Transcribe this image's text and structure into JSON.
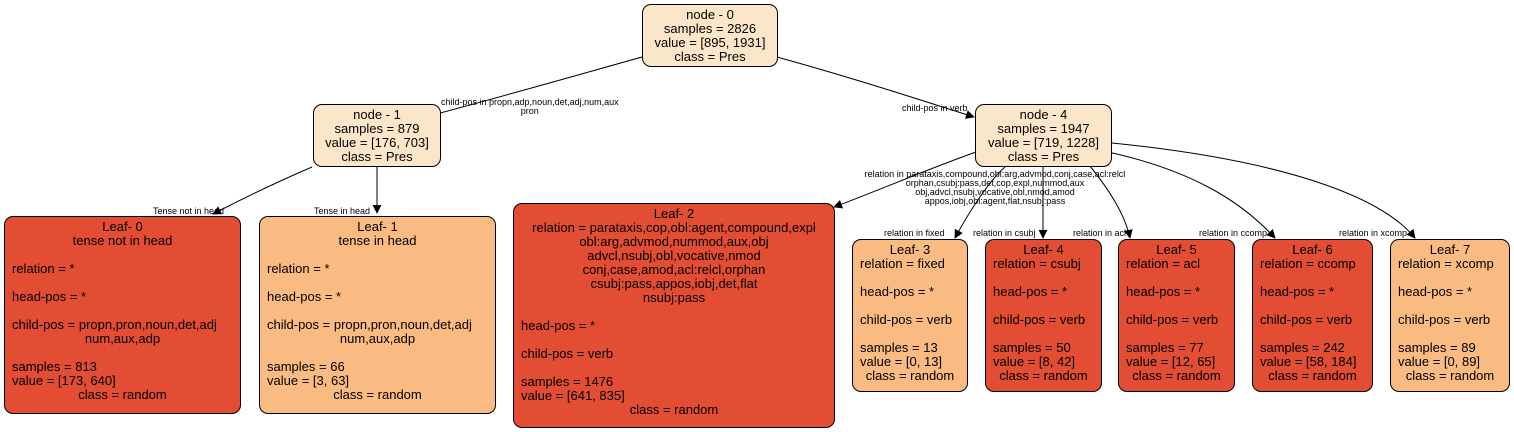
{
  "colors": {
    "light": "#fce6ca",
    "medium": "#fabb83",
    "dark": "#e24d33",
    "edge": "#000000"
  },
  "nodes": {
    "node0": {
      "title": "node - 0",
      "samples": "samples = 2826",
      "value": "value = [895, 1931]",
      "class": "class = Pres"
    },
    "node1": {
      "title": "node - 1",
      "samples": "samples = 879",
      "value": "value = [176, 703]",
      "class": "class = Pres"
    },
    "node4": {
      "title": "node - 4",
      "samples": "samples = 1947",
      "value": "value = [719, 1228]",
      "class": "class = Pres"
    },
    "leaf0": {
      "title": "Leaf- 0",
      "sub": "tense not in head",
      "relation": "relation = *",
      "head": "head-pos = *",
      "child1": "child-pos = propn,pron,noun,det,adj",
      "child2": "num,aux,adp",
      "samples": "samples = 813",
      "value": "value = [173, 640]",
      "class": "class = random"
    },
    "leaf1": {
      "title": "Leaf- 1",
      "sub": "tense in head",
      "relation": "relation = *",
      "head": "head-pos = *",
      "child1": "child-pos = propn,pron,noun,det,adj",
      "child2": "num,aux,adp",
      "samples": "samples = 66",
      "value": "value = [3, 63]",
      "class": "class = random"
    },
    "leaf2": {
      "title": "Leaf- 2",
      "rel1": "relation = parataxis,cop,obl:agent,compound,expl",
      "rel2": "obl:arg,advmod,nummod,aux,obj",
      "rel3": "advcl,nsubj,obl,vocative,nmod",
      "rel4": "conj,case,amod,acl:relcl,orphan",
      "rel5": "csubj:pass,appos,iobj,det,flat",
      "rel6": "nsubj:pass",
      "head": "head-pos = *",
      "child": "child-pos = verb",
      "samples": "samples = 1476",
      "value": "value = [641, 835]",
      "class": "class = random"
    },
    "leaf3": {
      "title": "Leaf- 3",
      "relation": "relation = fixed",
      "head": "head-pos = *",
      "child": "child-pos = verb",
      "samples": "samples = 13",
      "value": "value = [0, 13]",
      "class": "class = random"
    },
    "leaf4": {
      "title": "Leaf- 4",
      "relation": "relation = csubj",
      "head": "head-pos = *",
      "child": "child-pos = verb",
      "samples": "samples = 50",
      "value": "value = [8, 42]",
      "class": "class = random"
    },
    "leaf5": {
      "title": "Leaf- 5",
      "relation": "relation = acl",
      "head": "head-pos = *",
      "child": "child-pos = verb",
      "samples": "samples = 77",
      "value": "value = [12, 65]",
      "class": "class = random"
    },
    "leaf6": {
      "title": "Leaf- 6",
      "relation": "relation = ccomp",
      "head": "head-pos = *",
      "child": "child-pos = verb",
      "samples": "samples = 242",
      "value": "value = [58, 184]",
      "class": "class = random"
    },
    "leaf7": {
      "title": "Leaf- 7",
      "relation": "relation = xcomp",
      "head": "head-pos = *",
      "child": "child-pos = verb",
      "samples": "samples = 89",
      "value": "value = [0, 89]",
      "class": "class = random"
    }
  },
  "edge_labels": {
    "e01_l1": "child-pos in propn,adp,noun,det,adj,num,aux",
    "e01_l2": "pron",
    "e04": "child-pos in verb",
    "e10": "Tense not in head",
    "e11": "Tense in head",
    "e42_l1": "relation in parataxis,compound,obl:arg,advmod,conj,case,acl:relcl",
    "e42_l2": "orphan,csubj:pass,det,cop,expl,nummod,aux",
    "e42_l3": "obj,advcl,nsubj,vocative,obl,nmod,amod",
    "e42_l4": "appos,iobj,obl:agent,flat,nsubj:pass",
    "e43": "relation in fixed",
    "e44": "relation in csubj",
    "e45": "relation in acl",
    "e46": "relation in ccomp",
    "e47": "relation in xcomp"
  }
}
